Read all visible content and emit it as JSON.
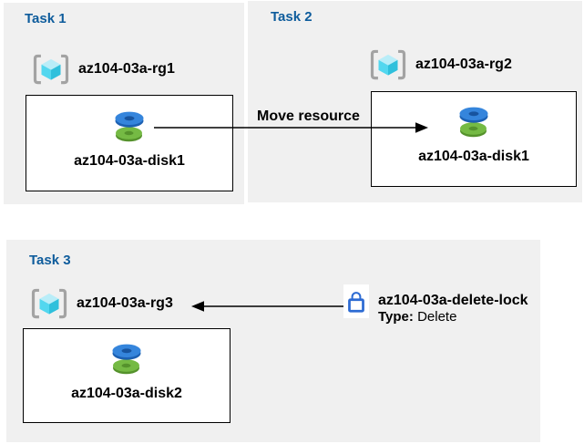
{
  "colors": {
    "panel_bg": "#f0f0f0",
    "title_blue": "#0e5c9c",
    "box_border": "#000000",
    "arrow_black": "#000000",
    "lock_blue": "#2d6bd3",
    "rg_bracket_gray": "#a3a3a3",
    "rg_cube_top": "#b9edf8",
    "rg_cube_left": "#53d7ef",
    "rg_cube_right": "#2fc0dc",
    "disk_blue_top": "#3585dc",
    "disk_blue_side": "#1c60b2",
    "disk_green_top": "#75ba44",
    "disk_green_side": "#55922c"
  },
  "icons": {
    "resource_group": "azure-resource-group-icon",
    "disk": "azure-managed-disk-icon",
    "lock": "lock-icon",
    "move_arrow": "arrow-right",
    "lock_arrow": "arrow-left"
  },
  "panels": [
    {
      "title": "Task 1",
      "resource_group": "az104-03a-rg1",
      "resource": "az104-03a-disk1"
    },
    {
      "title": "Task 2",
      "resource_group": "az104-03a-rg2",
      "resource": "az104-03a-disk1"
    },
    {
      "title": "Task 3",
      "resource_group": "az104-03a-rg3",
      "resource": "az104-03a-disk2"
    }
  ],
  "move_arrow": {
    "label": "Move resource"
  },
  "lock": {
    "name": "az104-03a-delete-lock",
    "type_label": "Type:",
    "type_value": "Delete"
  }
}
